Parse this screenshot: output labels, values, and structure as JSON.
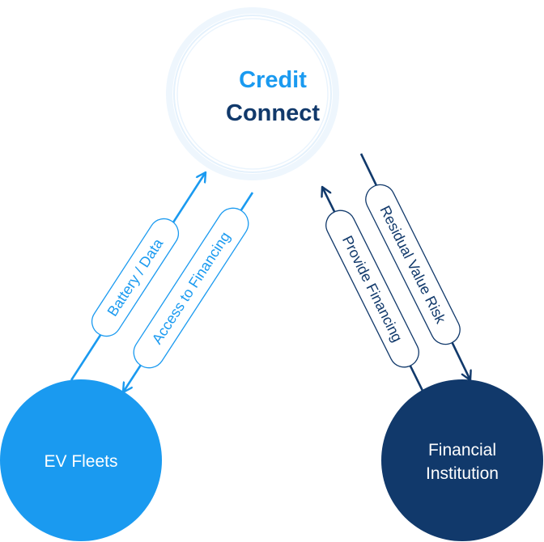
{
  "colors": {
    "light_blue": "#1a9af0",
    "dark_blue": "#11396b",
    "halo": "#e4f1fc"
  },
  "hub": {
    "line1": "Credit",
    "line2": "Connect"
  },
  "nodes": {
    "ev_fleets": "EV Fleets",
    "financial_institution_line1": "Financial",
    "financial_institution_line2": "Institution"
  },
  "flows": {
    "battery_data": "Battery / Data",
    "access_to_financing": "Access to Financing",
    "provide_financing": "Provide Financing",
    "residual_value_risk": "Residual Value Risk"
  }
}
